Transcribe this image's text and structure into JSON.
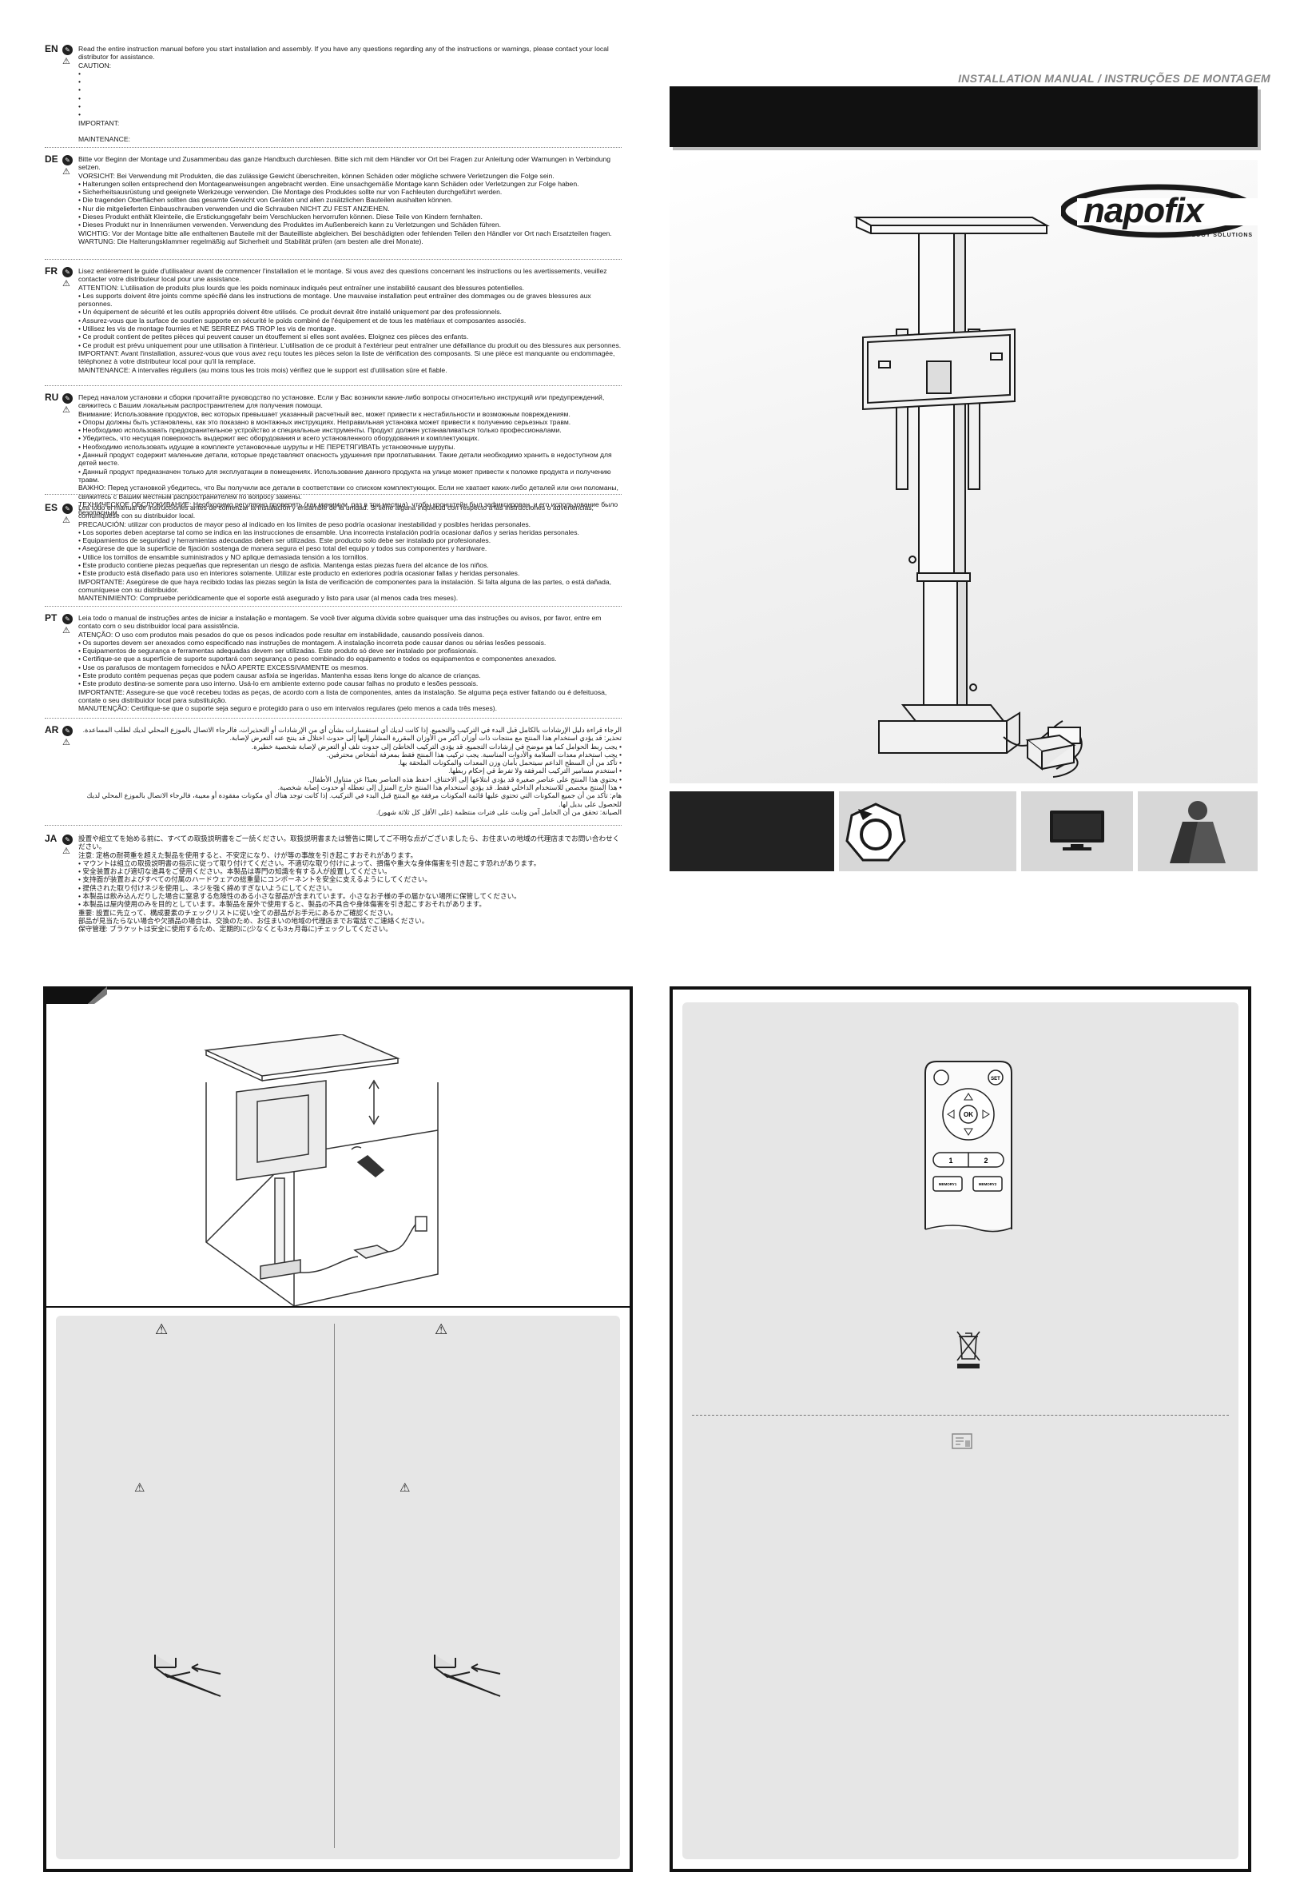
{
  "header": {
    "manual_label": "INSTALLATION MANUAL / INSTRUÇÕES DE MONTAGEM",
    "brand": "napofix",
    "brand_tagline": "TECHNOLOGY SOLUTIONS"
  },
  "icons": {
    "book": "book-icon",
    "warning": "warning-triangle-icon",
    "arrow": "arrow-icon"
  },
  "languages": [
    {
      "code": "EN",
      "text": "Read the entire instruction manual before you start installation and assembly. If you have any questions regarding any of the instructions or warnings, please contact your local distributor for assistance.\nCAUTION:\n•\n•\n•\n•\n•\n•\nIMPORTANT:\n\nMAINTENANCE:"
    },
    {
      "code": "DE",
      "text": "Bitte vor Beginn der Montage und Zusammenbau das ganze Handbuch durchlesen. Bitte sich mit dem Händler vor Ort bei Fragen zur Anleitung oder Warnungen in Verbindung setzen.\nVORSICHT: Bei Verwendung mit Produkten, die das zulässige Gewicht überschreiten, können Schäden oder mögliche schwere Verletzungen die Folge sein.\n• Halterungen sollen entsprechend den Montageanweisungen angebracht werden. Eine unsachgemäße Montage kann Schäden oder Verletzungen zur Folge haben.\n• Sicherheitsausrüstung und geeignete Werkzeuge verwenden. Die Montage des Produktes sollte nur von Fachleuten durchgeführt werden.\n• Die tragenden Oberflächen sollten das gesamte Gewicht von Geräten und allen zusätzlichen Bauteilen aushalten können.\n• Nur die mitgelieferten Einbauschrauben verwenden und die Schrauben NICHT ZU FEST ANZIEHEN.\n• Dieses Produkt enthält Kleinteile, die Erstickungsgefahr beim Verschlucken hervorrufen können. Diese Teile von Kindern fernhalten.\n• Dieses Produkt nur in Innenräumen verwenden. Verwendung des Produktes im Außenbereich kann zu Verletzungen und Schäden führen.\nWICHTIG: Vor der Montage bitte alle enthaltenen Bauteile mit der Bauteilliste abgleichen. Bei beschädigten oder fehlenden Teilen den Händler vor Ort nach Ersatzteilen fragen.\nWARTUNG: Die Halterungsklammer regelmäßig auf Sicherheit und Stabilität prüfen (am besten alle drei Monate)."
    },
    {
      "code": "FR",
      "text": "Lisez entièrement le guide d'utilisateur avant de commencer l'installation et le montage. Si vous avez des questions concernant les instructions ou les avertissements, veuillez contacter votre distributeur local pour une assistance.\nATTENTION: L'utilisation de produits plus lourds que les poids nominaux indiqués peut entraîner une instabilité causant des blessures potentielles.\n• Les supports doivent être joints comme spécifié dans les instructions de montage. Une mauvaise installation peut entraîner des dommages ou de graves blessures aux personnes.\n• Un équipement de sécurité et les outils appropriés doivent être utilisés. Ce produit devrait être installé uniquement par des professionnels.\n• Assurez-vous que la surface de soutien supporte en sécurité le poids combiné de l'équipement et de tous les matériaux et composantes associés.\n• Utilisez les vis de montage fournies et NE SERREZ PAS TROP les vis de montage.\n• Ce produit contient de petites pièces qui peuvent causer un étouffement si elles sont avalées. Eloignez ces pièces des enfants.\n• Ce produit est prévu uniquement pour une utilisation à l'intérieur. L'utilisation de ce produit à l'extérieur peut entraîner une défaillance du produit ou des blessures aux personnes.\nIMPORTANT: Avant l'installation, assurez-vous que vous avez reçu toutes les pièces selon la liste de vérification des composants. Si une pièce est manquante ou endommagée, téléphonez à votre distributeur local pour qu'il la remplace.\nMAINTENANCE: A intervalles réguliers (au moins tous les trois mois) vérifiez que le support est d'utilisation sûre et fiable."
    },
    {
      "code": "RU",
      "text": "Перед началом установки и сборки прочитайте руководство по установке. Если у Вас возникли какие-либо вопросы относительно инструкций или предупреждений, свяжитесь с Вашим локальным распространителем для получения помощи.\nВнимание: Использование продуктов, вес которых превышает указанный расчетный вес, может привести к нестабильности и возможным повреждениям.\n• Опоры должны быть установлены, как это показано в монтажных инструкциях. Неправильная установка может привести к получению серьезных травм.\n• Необходимо использовать предохранительное устройство и специальные инструменты. Продукт должен устанавливаться только профессионалами.\n• Убедитесь, что несущая поверхность выдержит вес оборудования и всего установленного оборудования и комплектующих.\n• Необходимо использовать идущие в комплекте установочные шурупы и НЕ ПЕРЕТЯГИВАТЬ установочные шурупы.\n• Данный продукт содержит маленькие детали, которые представляют опасность удушения при проглатывании. Такие детали необходимо хранить в недоступном для детей месте.\n• Данный продукт предназначен только для эксплуатации в помещениях. Использование данного продукта на улице может привести к поломке продукта и получению травм.\nВАЖНО: Перед установкой убедитесь, что Вы получили все детали в соответствии со списком комплектующих. Если не хватает каких-либо деталей или они поломаны, свяжитесь с Вашим местным распространителем по вопросу замены.\nТЕХНИЧЕСКОЕ ОБСЛУЖИВАНИЕ: Необходимо регулярно проверять (как минимум, раз в три месяца), чтобы кронштейн был зафиксирован, и его использование было безопасным."
    },
    {
      "code": "ES",
      "text": "Lea todo el manual de instrucciones antes de comenzar la instalación y ensamble de la unidad. Si tiene alguna inquietud con respecto a las instrucciones o advertencias, comuníquese con su distribuidor local.\nPRECAUCIÓN: utilizar con productos de mayor peso al indicado en los límites de peso podría ocasionar inestabilidad y posibles heridas personales.\n• Los soportes deben aceptarse tal como se indica en las instrucciones de ensamble. Una incorrecta instalación podría ocasionar daños y serias heridas personales.\n• Equipamientos de seguridad y herramientas adecuadas deben ser utilizadas. Este producto solo debe ser instalado por profesionales.\n• Asegúrese de que la superficie de fijación sostenga de manera segura el peso total del equipo y todos sus componentes y hardware.\n• Utilice los tornillos de ensamble suministrados y NO aplique demasiada tensión a los tornillos.\n• Este producto contiene piezas pequeñas que representan un riesgo de asfixia. Mantenga estas piezas fuera del alcance de los niños.\n• Este producto está diseñado para uso en interiores solamente. Utilizar este producto en exteriores podría ocasionar fallas y heridas personales.\nIMPORTANTE: Asegúrese de que haya recibido todas las piezas según la lista de verificación de componentes para la instalación. Si falta alguna de las partes, o está dañada, comuníquese con su distribuidor.\nMANTENIMIENTO: Compruebe periódicamente que el soporte está asegurado y listo para usar (al menos cada tres meses)."
    },
    {
      "code": "PT",
      "text": "Leia todo o manual de instruções antes de iniciar a instalação e montagem. Se você tiver alguma dúvida sobre quaisquer uma das instruções ou avisos, por favor, entre em contato com o seu distribuidor local para assistência.\nATENÇÃO: O uso com produtos mais pesados do que os pesos indicados pode resultar em instabilidade, causando possíveis danos.\n• Os suportes devem ser anexados como especificado nas instruções de montagem. A instalação incorreta pode causar danos ou sérias lesões pessoais.\n• Equipamentos de segurança e ferramentas adequadas devem ser utilizadas. Este produto só deve ser instalado por profissionais.\n• Certifique-se que a superfície de suporte suportará com segurança o peso combinado do equipamento e todos os equipamentos e componentes anexados.\n• Use os parafusos de montagem fornecidos e NÃO APERTE EXCESSIVAMENTE os mesmos.\n• Este produto contém pequenas peças que podem causar asfixia se ingeridas. Mantenha essas itens longe do alcance de crianças.\n• Este produto destina-se somente para uso interno. Usá-lo em ambiente externo pode causar falhas no produto e lesões pessoais.\nIMPORTANTE: Assegure-se que você recebeu todas as peças, de acordo com a lista de componentes, antes da instalação. Se alguma peça estiver faltando ou é defeituosa, contate o seu distribuidor local para substituição.\nMANUTENÇÃO: Certifique-se que o suporte seja seguro e protegido para o uso em intervalos regulares (pelo menos a cada três meses)."
    },
    {
      "code": "AR",
      "text": "الرجاء قراءة دليل الإرشادات بالكامل قبل البدء في التركيب والتجميع. إذا كانت لديك أي استفسارات بشأن أي من الإرشادات أو التحذيرات، فالرجاء الاتصال بالموزع المحلي لديك لطلب المساعدة.\nتحذير: قد يؤدي استخدام هذا المنتج مع منتجات ذات أوزان أكبر من الأوزان المقررة المشار إليها إلى حدوث اختلال قد ينتج عنه التعرض لإصابة.\n• يجب ربط الحوامل كما هو موضح في إرشادات التجميع. قد يؤدي التركيب الخاطئ إلى حدوث تلف أو التعرض لإصابة شخصية خطيرة.\n• يجب استخدام معدات السلامة والأدوات المناسبة. يجب تركيب هذا المنتج فقط بمعرفة أشخاص محترفين.\n• تأكد من أن السطح الداعم سيتحمل بأمان وزن المعدات والمكونات الملحقة بها.\n• استخدم مسامير التركيب المرفقة ولا تفرط في إحكام ربطها.\n• يحتوي هذا المنتج على عناصر صغيرة قد يؤدي ابتلاعها إلى الاختناق. احفظ هذه العناصر بعيدًا عن متناول الأطفال.\n• هذا المنتج مخصص للاستخدام الداخلي فقط. قد يؤدي استخدام هذا المنتج خارج المنزل إلى تعطله أو حدوث إصابة شخصية.\nهام: تأكد من أن جميع المكونات التي تحتوي عليها قائمة المكونات مرفقة مع المنتج قبل البدء في التركيب. إذا كانت توجد هناك أي مكونات مفقودة أو معيبة، فالرجاء الاتصال بالموزع المحلي لديك للحصول على بديل لها.\nالصيانة: تحقق من أن الحامل آمن وثابت على فترات منتظمة (على الأقل كل ثلاثة شهور)."
    },
    {
      "code": "JA",
      "text": "設置や組立てを始める前に、すべての取扱説明書をご一読ください。取扱説明書または警告に関してご不明な点がございましたら、お住まいの地域の代理店までお問い合わせください。\n注意: 定格の耐荷重を超えた製品を使用すると、不安定になり、けが等の事故を引き起こすおそれがあります。\n• マウントは組立の取扱説明書の指示に従って取り付けてください。不適切な取り付けによって、損傷や重大な身体傷害を引き起こす恐れがあります。\n• 安全装置および適切な道具をご使用ください。本製品は専門の知識を有する人が設置してください。\n• 支持面が装置およびすべての付属のハードウェアの総重量にコンポーネントを安全に支えるようにしてください。\n• 提供された取り付けネジを使用し、ネジを強く締めすぎないようにしてください。\n• 本製品は飲み込んだりした場合に窒息する危険性のある小さな部品が含まれています。小さなお子様の手の届かない場所に保管してください。\n• 本製品は屋内使用のみを目的としています。本製品を屋外で使用すると、製品の不具合や身体傷害を引き起こすおそれがあります。\n重要: 設置に先立って、構成要素のチェックリストに従い全ての部品がお手元にあるかご確認ください。\n部品が見当たらない場合や欠損品の場合は、交換のため、お住まいの地域の代理店までお電話でご連絡ください。\n保守管理: ブラケットは安全に使用するため、定期的に(少なくとも3ヵ月毎に)チェックしてください。"
    }
  ]
}
